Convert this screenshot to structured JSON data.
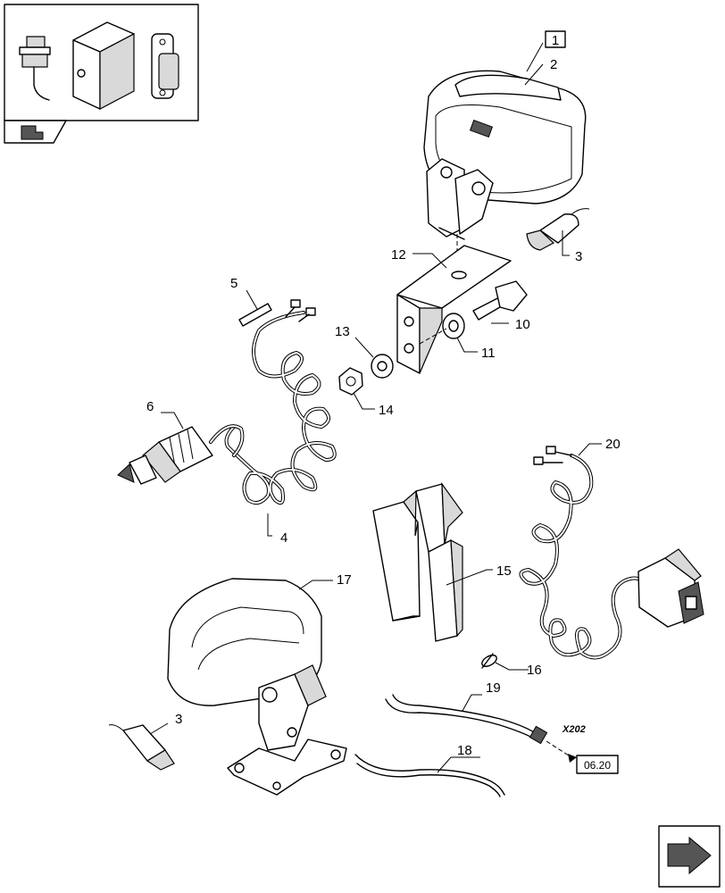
{
  "callouts": {
    "c1": "1",
    "c2": "2",
    "c3a": "3",
    "c3b": "3",
    "c4": "4",
    "c5": "5",
    "c6": "6",
    "c10": "10",
    "c11": "11",
    "c12": "12",
    "c13": "13",
    "c14": "14",
    "c15": "15",
    "c16": "16",
    "c17": "17",
    "c18": "18",
    "c19": "19",
    "c20": "20"
  },
  "connector_label": "X202",
  "page_reference": "06.20",
  "icons": {
    "inset_panel": "component-overview-inset",
    "inset_nav": "back-arrow-icon",
    "corner_nav": "next-page-arrow-icon"
  }
}
